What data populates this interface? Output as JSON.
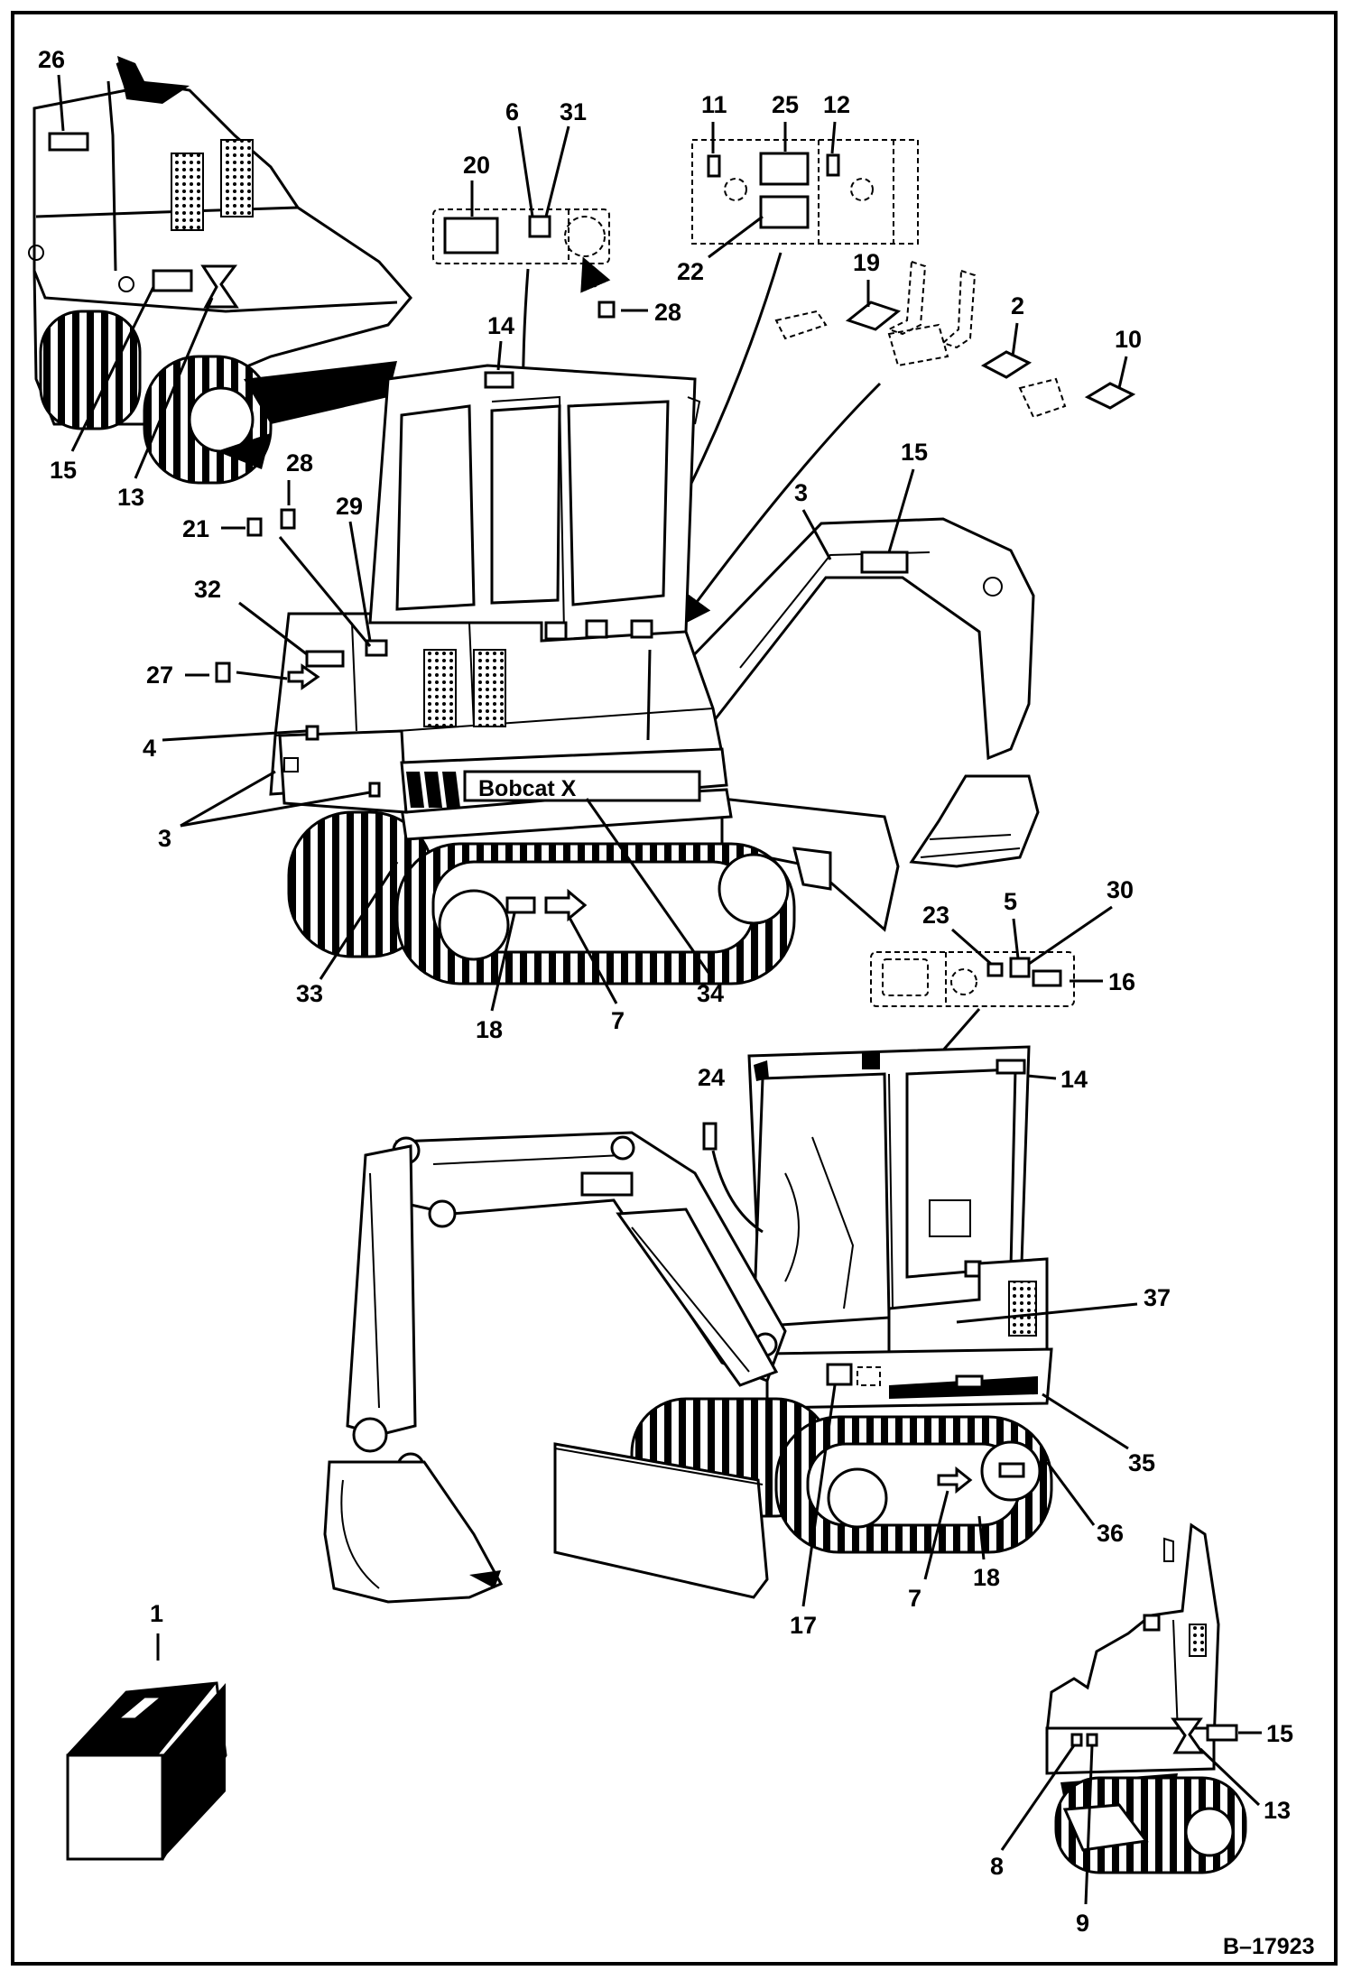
{
  "diagram": {
    "drawing_code": "B–17923",
    "callouts": [
      {
        "id": "c26",
        "label": "26"
      },
      {
        "id": "c15a",
        "label": "15"
      },
      {
        "id": "c13a",
        "label": "13"
      },
      {
        "id": "c20",
        "label": "20"
      },
      {
        "id": "c6",
        "label": "6"
      },
      {
        "id": "c31",
        "label": "31"
      },
      {
        "id": "c28a",
        "label": "28"
      },
      {
        "id": "c11",
        "label": "11"
      },
      {
        "id": "c25",
        "label": "25"
      },
      {
        "id": "c12",
        "label": "12"
      },
      {
        "id": "c22",
        "label": "22"
      },
      {
        "id": "c19",
        "label": "19"
      },
      {
        "id": "c2",
        "label": "2"
      },
      {
        "id": "c10",
        "label": "10"
      },
      {
        "id": "c14a",
        "label": "14"
      },
      {
        "id": "c28b",
        "label": "28"
      },
      {
        "id": "c21",
        "label": "21"
      },
      {
        "id": "c29",
        "label": "29"
      },
      {
        "id": "c15b",
        "label": "15"
      },
      {
        "id": "c3a",
        "label": "3"
      },
      {
        "id": "c32",
        "label": "32"
      },
      {
        "id": "c27",
        "label": "27"
      },
      {
        "id": "c4",
        "label": "4"
      },
      {
        "id": "c3b",
        "label": "3"
      },
      {
        "id": "c33",
        "label": "33"
      },
      {
        "id": "c18a",
        "label": "18"
      },
      {
        "id": "c7a",
        "label": "7"
      },
      {
        "id": "c34",
        "label": "34"
      },
      {
        "id": "c23",
        "label": "23"
      },
      {
        "id": "c5",
        "label": "5"
      },
      {
        "id": "c30",
        "label": "30"
      },
      {
        "id": "c16",
        "label": "16"
      },
      {
        "id": "c24",
        "label": "24"
      },
      {
        "id": "c14b",
        "label": "14"
      },
      {
        "id": "c37",
        "label": "37"
      },
      {
        "id": "c35",
        "label": "35"
      },
      {
        "id": "c36",
        "label": "36"
      },
      {
        "id": "c18b",
        "label": "18"
      },
      {
        "id": "c7b",
        "label": "7"
      },
      {
        "id": "c17",
        "label": "17"
      },
      {
        "id": "c1",
        "label": "1"
      },
      {
        "id": "c15c",
        "label": "15"
      },
      {
        "id": "c13b",
        "label": "13"
      },
      {
        "id": "c8",
        "label": "8"
      },
      {
        "id": "c9",
        "label": "9"
      }
    ],
    "brand_mark": "Bobcat X",
    "colors": {
      "ink": "#000000",
      "paper": "#ffffff"
    }
  }
}
